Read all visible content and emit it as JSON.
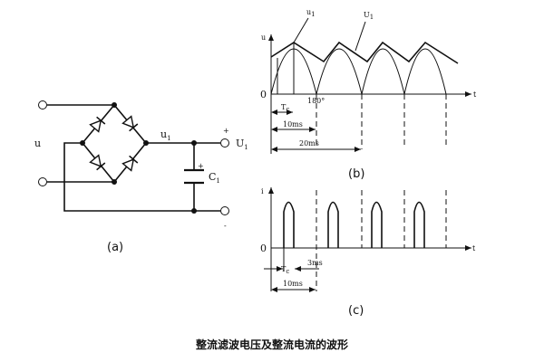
{
  "caption": "整流滤波电压及整流电流的波形",
  "circuit": {
    "panel_label": "(a)",
    "input_label": "u",
    "node_label_main": "u",
    "node_label_sub": "1",
    "output_label_main": "U",
    "output_label_sub": "1",
    "capacitor_label_main": "C",
    "capacitor_label_sub": "1",
    "plus_sign": "+",
    "minus_sign": "-",
    "cap_plus": "+"
  },
  "voltage_plot": {
    "panel_label": "(b)",
    "y_axis_label": "u",
    "x_axis_label": "t",
    "origin_label": "0",
    "curve_label_u1_main": "u",
    "curve_label_u1_sub": "1",
    "curve_label_U1_main": "U",
    "curve_label_U1_sub": "1",
    "angle_label": "180°",
    "tc_label_main": "T",
    "tc_label_sub": "c",
    "dim_10": "10ms",
    "dim_20": "20ms"
  },
  "current_plot": {
    "panel_label": "(c)",
    "y_axis_label": "i",
    "x_axis_label": "t",
    "origin_label": "0",
    "tc_label_main": "T",
    "tc_label_sub": "c",
    "dim_3": "3ms",
    "dim_10": "10ms"
  }
}
